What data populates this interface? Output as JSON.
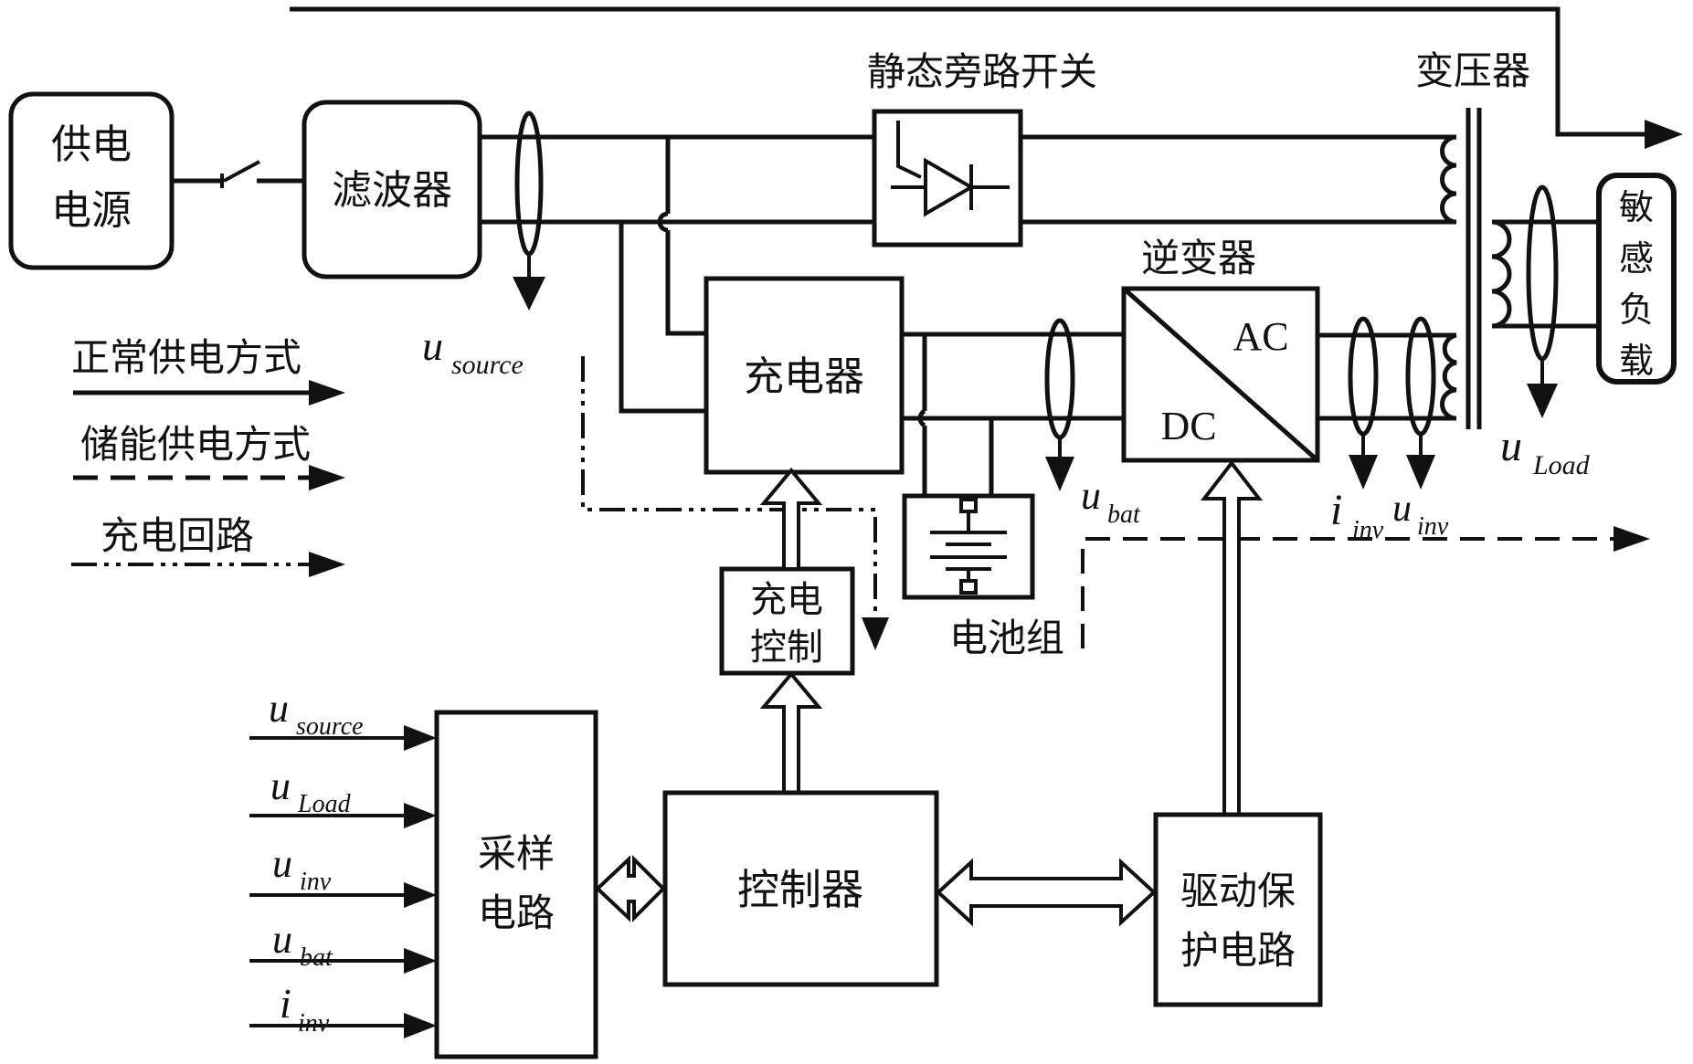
{
  "title_labels": {
    "bypass": "静态旁路开关",
    "transformer": "变压器",
    "inverter": "逆变器"
  },
  "blocks": {
    "power_source": {
      "line1": "供电",
      "line2": "电源"
    },
    "filter": {
      "label": "滤波器"
    },
    "charger": {
      "label": "充电器"
    },
    "inverter": {
      "ac": "AC",
      "dc": "DC"
    },
    "sensitive_load": {
      "c1": "敏",
      "c2": "感",
      "c3": "负",
      "c4": "载"
    },
    "charge_control": {
      "line1": "充电",
      "line2": "控制"
    },
    "battery": {
      "label": "电池组"
    },
    "sampling": {
      "line1": "采样",
      "line2": "电路"
    },
    "controller": {
      "label": "控制器"
    },
    "drive_protection": {
      "line1": "驱动保",
      "line2": "护电路"
    }
  },
  "legend": {
    "normal": "正常供电方式",
    "storage": "储能供电方式",
    "charge_loop": "充电回路"
  },
  "signals": {
    "u_source": {
      "base": "u",
      "sub": "source"
    },
    "u_load": {
      "base": "u",
      "sub": "Load"
    },
    "u_inv": {
      "base": "u",
      "sub": "inv"
    },
    "u_bat": {
      "base": "u",
      "sub": "bat"
    },
    "i_inv": {
      "base": "i",
      "sub": "inv"
    }
  }
}
